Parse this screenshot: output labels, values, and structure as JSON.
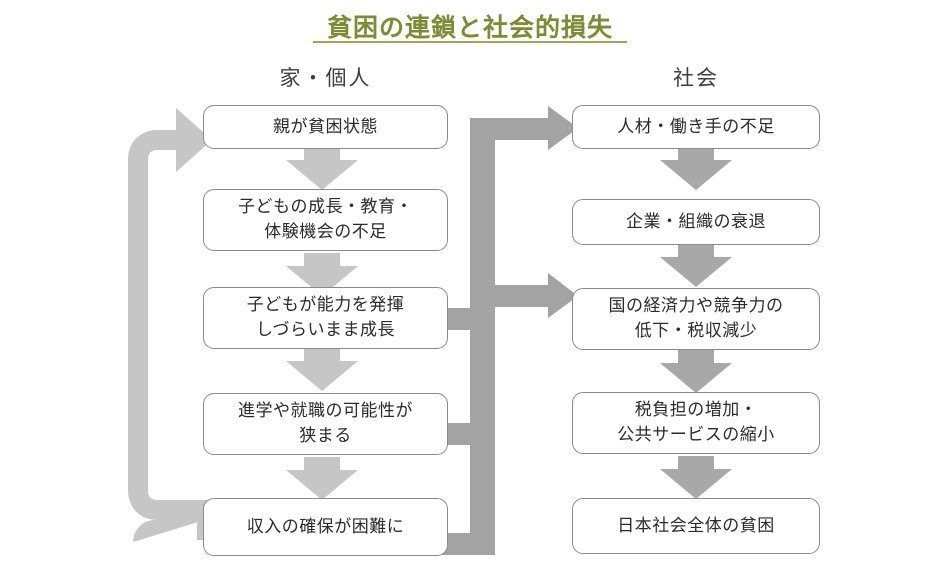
{
  "title": "貧困の連鎖と社会的損失",
  "theme": {
    "title_color": "#7d8c33",
    "underline_color": "#9aa94f",
    "box_border": "#8c8c8c",
    "box_fill": "#ffffff",
    "arrow_light": "#c6c6c6",
    "arrow_mid": "#bfbfbf",
    "arrow_dark": "#a3a3a3",
    "text_color": "#2b2b2b"
  },
  "columns": [
    {
      "id": "left",
      "header": "家・個人"
    },
    {
      "id": "right",
      "header": "社会"
    }
  ],
  "chart_data": {
    "type": "diagram",
    "title": "貧困の連鎖と社会的損失",
    "layout": "two-column flowchart with feedback loop",
    "left_column": {
      "header": "家・個人",
      "nodes": [
        "親が貧困状態",
        "子どもの成長・教育・\n体験機会の不足",
        "子どもが能力を発揮\nしづらいまま成長",
        "進学や就職の可能性が\n狭まる",
        "収入の確保が困難に"
      ]
    },
    "right_column": {
      "header": "社会",
      "nodes": [
        "人材・働き手の不足",
        "企業・組織の衰退",
        "国の経済力や競争力の\n低下・税収減少",
        "税負担の増加・\n公共サービスの縮小",
        "日本社会全体の貧困"
      ]
    },
    "edges": [
      {
        "from": "親が貧困状態",
        "to": "子どもの成長・教育・体験機会の不足",
        "style": "down-arrow-light"
      },
      {
        "from": "子どもの成長・教育・体験機会の不足",
        "to": "子どもが能力を発揮しづらいまま成長",
        "style": "down-arrow-light"
      },
      {
        "from": "子どもが能力を発揮しづらいまま成長",
        "to": "進学や就職の可能性が狭まる",
        "style": "down-arrow-light"
      },
      {
        "from": "進学や就職の可能性が狭まる",
        "to": "収入の確保が困難に",
        "style": "down-arrow-light"
      },
      {
        "from": "収入の確保が困難に",
        "to": "親が貧困状態",
        "style": "feedback-loop-left"
      },
      {
        "from": "子どもが能力を発揮しづらいまま成長",
        "to": "trunk",
        "style": "stub-right-dark"
      },
      {
        "from": "進学や就職の可能性が狭まる",
        "to": "trunk",
        "style": "stub-right-dark"
      },
      {
        "from": "収入の確保が困難に",
        "to": "trunk",
        "style": "stub-right-dark"
      },
      {
        "from": "trunk",
        "to": "人材・働き手の不足",
        "style": "right-arrow-dark"
      },
      {
        "from": "trunk",
        "to": "国の経済力や競争力の低下・税収減少",
        "style": "right-arrow-dark"
      },
      {
        "from": "人材・働き手の不足",
        "to": "企業・組織の衰退",
        "style": "down-arrow-dark"
      },
      {
        "from": "企業・組織の衰退",
        "to": "国の経済力や競争力の低下・税収減少",
        "style": "down-arrow-dark"
      },
      {
        "from": "国の経済力や競争力の低下・税収減少",
        "to": "税負担の増加・公共サービスの縮小",
        "style": "down-arrow-dark"
      },
      {
        "from": "税負担の増加・公共サービスの縮小",
        "to": "日本社会全体の貧困",
        "style": "down-arrow-dark"
      }
    ]
  },
  "left_nodes": [
    {
      "label": "親が貧困状態"
    },
    {
      "label": "子どもの成長・教育・\n体験機会の不足"
    },
    {
      "label": "子どもが能力を発揮\nしづらいまま成長"
    },
    {
      "label": "進学や就職の可能性が\n狭まる"
    },
    {
      "label": "収入の確保が困難に"
    }
  ],
  "right_nodes": [
    {
      "label": "人材・働き手の不足"
    },
    {
      "label": "企業・組織の衰退"
    },
    {
      "label": "国の経済力や競争力の\n低下・税収減少"
    },
    {
      "label": "税負担の増加・\n公共サービスの縮小"
    },
    {
      "label": "日本社会全体の貧困"
    }
  ]
}
